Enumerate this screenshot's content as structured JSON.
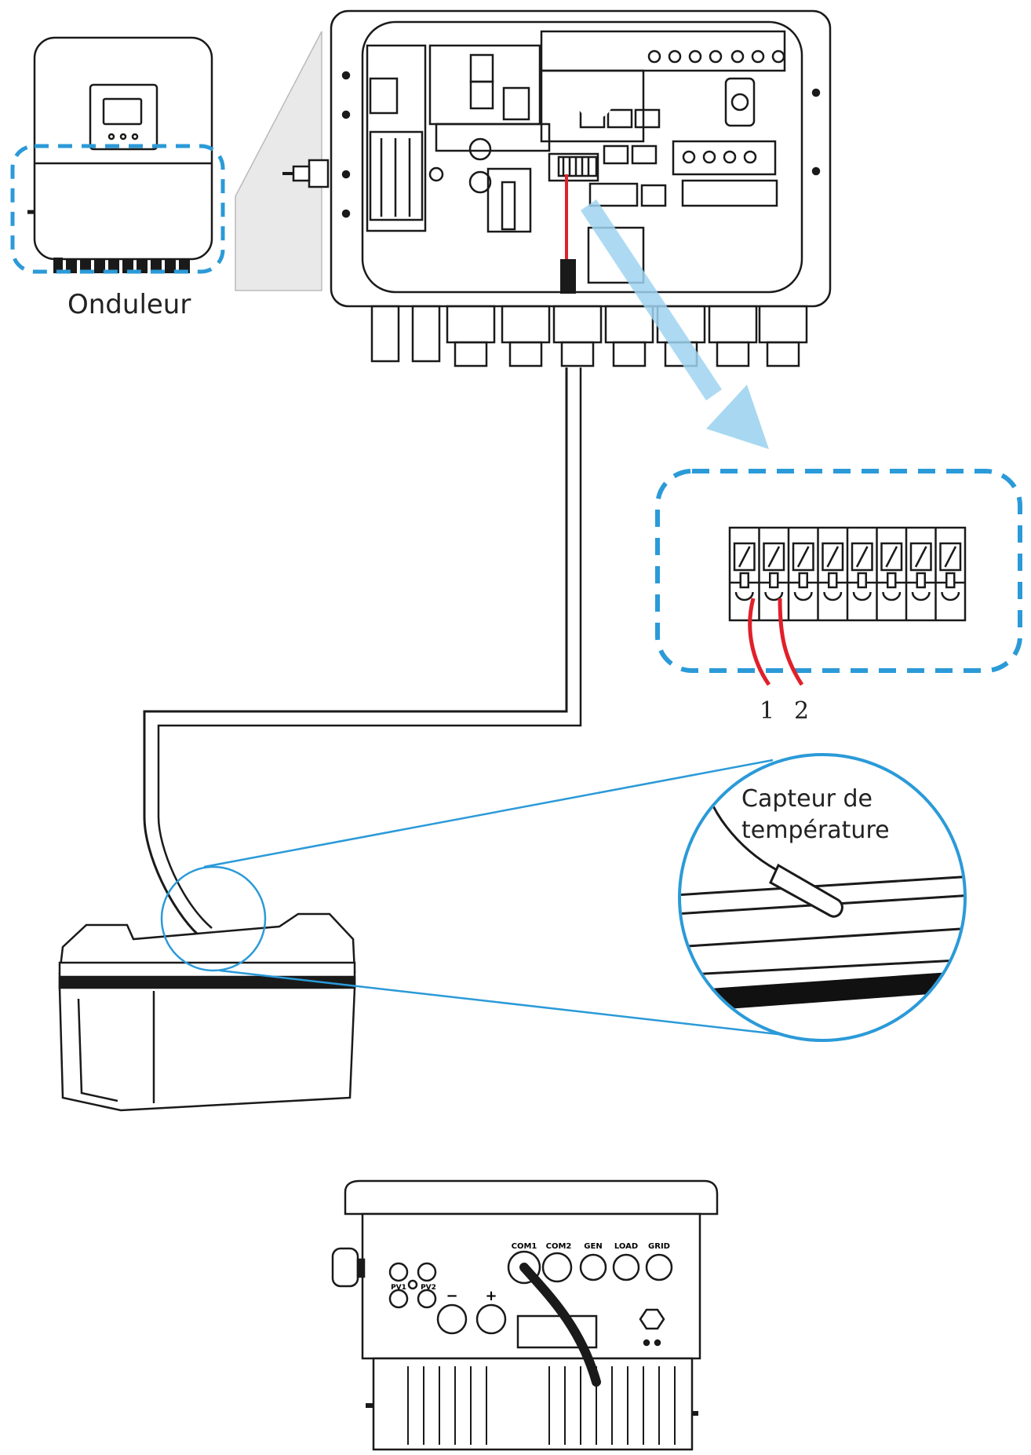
{
  "labels": {
    "inverter": "Onduleur",
    "sensor_line1": "Capteur de",
    "sensor_line2": "température",
    "pin1": "1",
    "pin2": "2"
  },
  "bottom_ports": [
    "COM1",
    "COM2",
    "GEN",
    "LOAD",
    "GRID"
  ],
  "pv_labels": [
    "PV1",
    "PV2"
  ],
  "battery_terminals": [
    "−",
    "+"
  ],
  "colors": {
    "highlight_blue": "#2b9ad8",
    "wire_red": "#e0202a",
    "arrow_blue": "#9fd4f0",
    "line": "#1a1a1a"
  }
}
